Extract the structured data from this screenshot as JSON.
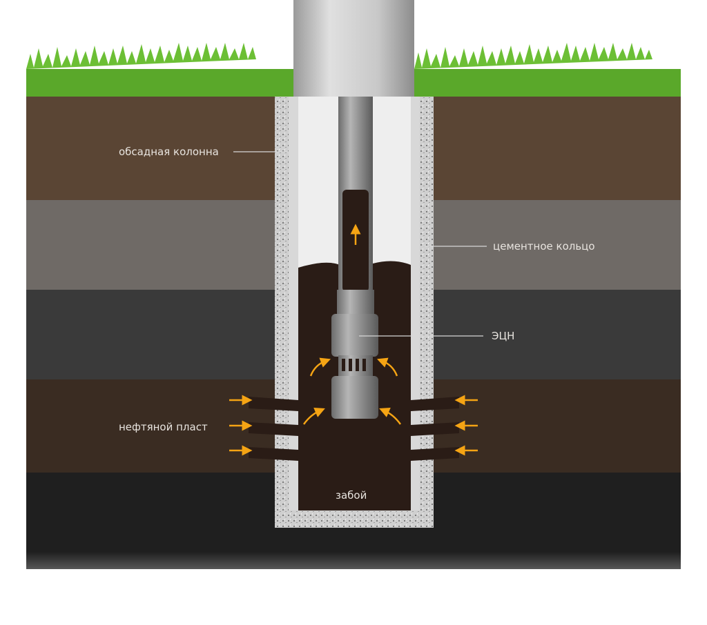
{
  "labels": {
    "casing": "обсадная колонна",
    "cement_ring": "цементное кольцо",
    "pump": "ЭЦН",
    "oil_layer": "нефтяной пласт",
    "bottomhole": "забой"
  },
  "colors": {
    "grass": "#5aa82a",
    "topsoil": "#5a4534",
    "gray_layer": "#6f6a66",
    "dark_layer": "#3a3a3a",
    "oil_layer": "#3a2c22",
    "bottom_layer": "#1f1f1f",
    "fluid": "#2a1c16",
    "arrow": "#f5a414"
  }
}
